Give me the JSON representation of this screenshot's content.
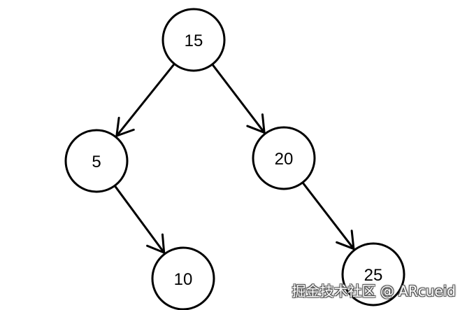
{
  "diagram": {
    "type": "binary-search-tree",
    "nodes": [
      {
        "id": "n15",
        "label": "15"
      },
      {
        "id": "n5",
        "label": "5"
      },
      {
        "id": "n20",
        "label": "20"
      },
      {
        "id": "n10",
        "label": "10"
      },
      {
        "id": "n25",
        "label": "25"
      }
    ],
    "edges": [
      {
        "from": "n15",
        "to": "n5"
      },
      {
        "from": "n15",
        "to": "n20"
      },
      {
        "from": "n5",
        "to": "n10"
      },
      {
        "from": "n20",
        "to": "n25"
      }
    ],
    "stroke_color": "#000000",
    "background_color": "#ffffff"
  },
  "watermark": {
    "text": "掘金技术社区 @ ARcueid"
  }
}
